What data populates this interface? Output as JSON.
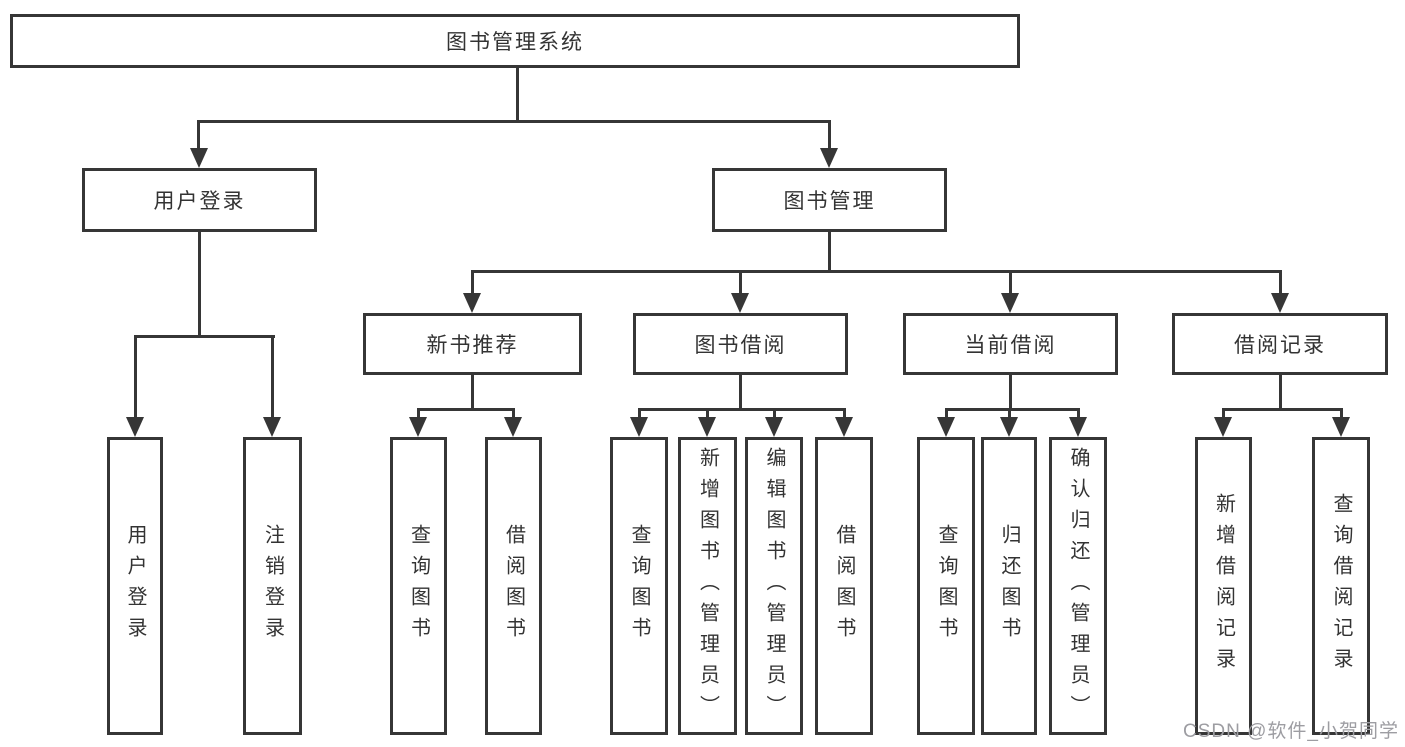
{
  "tree": {
    "root": "图书管理系统",
    "branches": [
      {
        "label": "用户登录",
        "children": [
          "用户登录",
          "注销登录"
        ]
      },
      {
        "label": "图书管理",
        "children": [
          {
            "label": "新书推荐",
            "children": [
              "查询图书",
              "借阅图书"
            ]
          },
          {
            "label": "图书借阅",
            "children": [
              "查询图书",
              "新增图书（管理员）",
              "编辑图书（管理员）",
              "借阅图书"
            ]
          },
          {
            "label": "当前借阅",
            "children": [
              "查询图书",
              "归还图书",
              "确认归还（管理员）"
            ]
          },
          {
            "label": "借阅记录",
            "children": [
              "新增借阅记录",
              "查询借阅记录"
            ]
          }
        ]
      }
    ]
  },
  "watermark": {
    "text": "CSDN @软件_小贺同学"
  },
  "colors": {
    "line": "#363636",
    "box_background": "#ffffff",
    "text": "#333333",
    "watermark": "#9d9da2"
  }
}
